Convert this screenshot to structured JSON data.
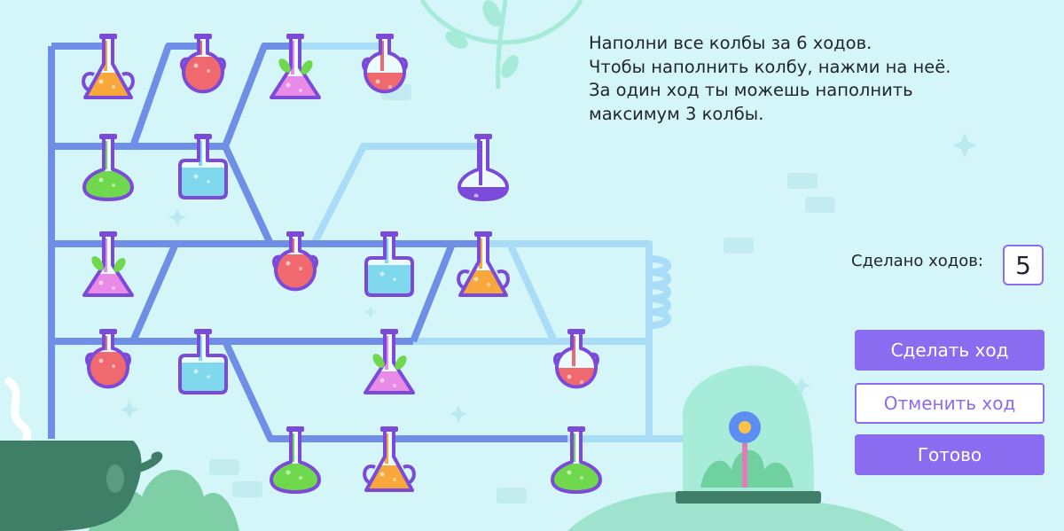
{
  "instructions": {
    "line1": "Наполни все колбы за 6 ходов.",
    "line2": "Чтобы наполнить колбу, нажми на неё.",
    "line3": "За один ход ты можешь наполнить",
    "line4": "максимум 3 колбы."
  },
  "moves": {
    "label": "Сделано ходов:",
    "value": "5"
  },
  "buttons": {
    "make_move": "Сделать ход",
    "undo_move": "Отменить ход",
    "done": "Готово"
  },
  "colors": {
    "background": "#d4f6f8",
    "accent": "#8a6cf0",
    "pipe_full": "#6f8ee6",
    "pipe_empty": "#a9dcf6",
    "potion_orange": "#f8a73b",
    "potion_red": "#f0696e",
    "potion_pink": "#e98be6",
    "potion_blue": "#7fd8ec",
    "potion_green": "#6fd84c",
    "potion_purple": "#7b4ad9"
  },
  "flasks": [
    {
      "id": "f1",
      "shape": "amphora",
      "potion": "orange",
      "fill": "full",
      "sprout": false
    },
    {
      "id": "f2",
      "shape": "round",
      "potion": "red",
      "fill": "full",
      "sprout": false
    },
    {
      "id": "f3",
      "shape": "erlenmeyer",
      "potion": "pink",
      "fill": "full",
      "sprout": true
    },
    {
      "id": "f4",
      "shape": "round",
      "potion": "red",
      "fill": "half",
      "sprout": false
    },
    {
      "id": "f5",
      "shape": "bulb",
      "potion": "green",
      "fill": "full",
      "sprout": false
    },
    {
      "id": "f6",
      "shape": "square",
      "potion": "blue",
      "fill": "full",
      "sprout": false
    },
    {
      "id": "f7",
      "shape": "bulb",
      "potion": "purple",
      "fill": "low",
      "sprout": false
    },
    {
      "id": "f8",
      "shape": "erlenmeyer",
      "potion": "pink",
      "fill": "full",
      "sprout": true
    },
    {
      "id": "f9",
      "shape": "round",
      "potion": "red",
      "fill": "full",
      "sprout": false
    },
    {
      "id": "f10",
      "shape": "square",
      "potion": "blue",
      "fill": "full",
      "sprout": false
    },
    {
      "id": "f11",
      "shape": "amphora",
      "potion": "orange",
      "fill": "full",
      "sprout": false
    },
    {
      "id": "f12",
      "shape": "round",
      "potion": "red",
      "fill": "full",
      "sprout": false
    },
    {
      "id": "f13",
      "shape": "square",
      "potion": "blue",
      "fill": "full",
      "sprout": false
    },
    {
      "id": "f14",
      "shape": "erlenmeyer",
      "potion": "pink",
      "fill": "full",
      "sprout": true
    },
    {
      "id": "f15",
      "shape": "round",
      "potion": "red",
      "fill": "half",
      "sprout": false
    },
    {
      "id": "f16",
      "shape": "bulb",
      "potion": "green",
      "fill": "full",
      "sprout": false
    },
    {
      "id": "f17",
      "shape": "amphora",
      "potion": "orange",
      "fill": "full",
      "sprout": false
    },
    {
      "id": "f18",
      "shape": "bulb",
      "potion": "green",
      "fill": "full",
      "sprout": false
    }
  ]
}
